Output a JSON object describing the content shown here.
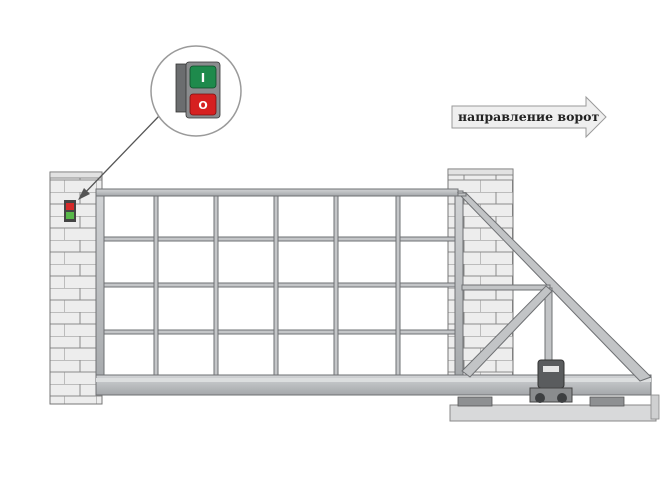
{
  "direction_arrow": {
    "label": "направление ворот"
  },
  "control_button": {
    "top_symbol": "I",
    "bottom_symbol": "O",
    "top_color": "#1e8a4c",
    "bottom_color": "#d62020"
  },
  "colors": {
    "frame": "#b9bcbf",
    "frame_stroke": "#6e7073",
    "brick": "#ededed",
    "brick_line": "#8a8a8a",
    "indicator_red": "#d42a2a",
    "indicator_green": "#58b84a"
  }
}
